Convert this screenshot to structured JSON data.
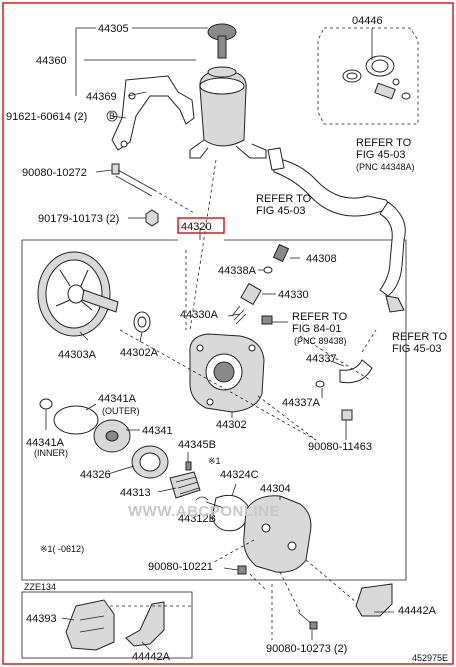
{
  "diagram": {
    "frame_color": "#e01818",
    "highlight_color": "#e01818",
    "labels": {
      "p44305": "44305",
      "p44360": "44360",
      "p44369": "44369",
      "p91621": "91621-60614 (2)",
      "p91621_mark": "B",
      "p90080a": "90080-10272",
      "p90179": "90179-10173 (2)",
      "p44320": "44320",
      "p04446": "04446",
      "p44338a": "44338A",
      "p44308": "44308",
      "p44330": "44330",
      "p44330a": "44330A",
      "p44303a": "44303A",
      "p44302a": "44302A",
      "p44302": "44302",
      "p44337": "44337",
      "p44337a": "44337A",
      "p90080b": "90080-11463",
      "p44341a_outer": "44341A",
      "p44341a_outer_note": "(OUTER)",
      "p44341a_inner": "44341A",
      "p44341a_inner_note": "(INNER)",
      "p44341": "44341",
      "p44345b": "44345B",
      "p44345b_note": "※1",
      "p44326": "44326",
      "p44324c": "44324C",
      "p44313": "44313",
      "p44312b": "44312B",
      "p44304": "44304",
      "p90080c": "90080-10221",
      "p44442a_right": "44442A",
      "p44393": "44393",
      "p44442a_left": "44442A",
      "p90080d": "90080-10273 (2)"
    },
    "refs": {
      "ref1_line1": "REFER TO",
      "ref1_line2": "FIG 45-03",
      "ref1_line3": "(PNC 44348A)",
      "ref2_line1": "REFER TO",
      "ref2_line2": "FIG 45-03",
      "ref3_line1": "REFER TO",
      "ref3_line2": "FIG 84-01",
      "ref3_line3": "(PNC 89438)",
      "ref4_line1": "REFER TO",
      "ref4_line2": "FIG 45-03"
    },
    "footnote": "※1(    -0612)",
    "model_tag": "ZZE134",
    "watermark": "WWW.ABCPONLINE",
    "figure_number": "452975E"
  }
}
